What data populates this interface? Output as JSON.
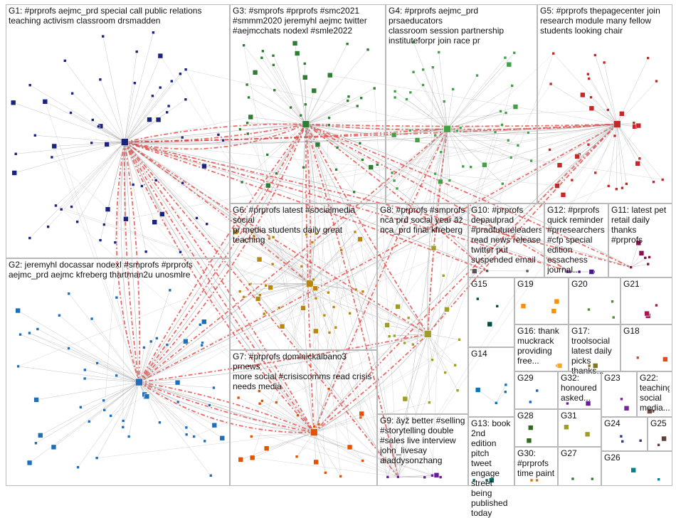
{
  "graph": {
    "groups": [
      {
        "id": "G1",
        "label": "G1: #prprofs aejmc_prd special call public relations\nteaching activism classroom drsmadden",
        "color": "#1a237e"
      },
      {
        "id": "G2",
        "label": "G2: jeremyhl docassar nodexl #smprofs #prprofs\naejmc_prd aejmc kfreberg thartman2u unosmlre",
        "color": "#1e6fb8"
      },
      {
        "id": "G3",
        "label": "G3: #smprofs #prprofs #smc2021\n#smmm2020 jeremyhl aejmc twitter\n#aejmcchats nodexl #smle2022",
        "color": "#2e7d32"
      },
      {
        "id": "G4",
        "label": "G4: #prprofs aejmc_prd prsaeducators\nclassroom session partnership\ninstituteforpr join race pr",
        "color": "#43a047"
      },
      {
        "id": "G5",
        "label": "G5: #prprofs thepagecenter join\nresearch module many fellow\nstudents looking chair",
        "color": "#c62828"
      },
      {
        "id": "G6",
        "label": "G6: #prprofs latest #socialmedia social\npr media students daily great teaching",
        "color": "#b8860b"
      },
      {
        "id": "G7",
        "label": "G7: #prprofs dominickalbano3 prnews\nmore social #crisiscomms read crisis\nneeds media",
        "color": "#e65100"
      },
      {
        "id": "G8",
        "label": "G8: #prprofs #smprofs\nnca prd social year ăž\nnca_prd final kfreberg",
        "color": "#9e9d24"
      },
      {
        "id": "G9",
        "label": "G9: ăyž better #selling\n#storytelling double\n#sales live interview\njohn_livesay\naiaddysonzhang",
        "color": "#6a1b9a"
      },
      {
        "id": "G10",
        "label": "G10: #prprofs\ndepaulprad\n#pradfutureleaders\nread news release\ntwitter put\nsuspended email",
        "color": "#555555"
      },
      {
        "id": "G11",
        "label": "G11: latest pet\nretail daily\nthanks #prprofs",
        "color": "#880e4f"
      },
      {
        "id": "G12",
        "label": "G12: #prprofs\nquick reminder\n#prresearchers\n#cfp special\nedition\nessachess\njournal...",
        "color": "#4a148c"
      },
      {
        "id": "G13",
        "label": "G13: book\n2nd edition\npitch tweet\nengage\nstreet being\npublished\ntoday",
        "color": "#00695c"
      },
      {
        "id": "G14",
        "label": "G14",
        "color": "#0277bd"
      },
      {
        "id": "G15",
        "label": "G15",
        "color": "#004d40"
      },
      {
        "id": "G16",
        "label": "G16: thank\nmuckrack\nproviding\nfree...",
        "color": "#f9a825"
      },
      {
        "id": "G17",
        "label": "G17:\ntroolsocial\nlatest daily\npicks thanks...",
        "color": "#827717"
      },
      {
        "id": "G18",
        "label": "G18",
        "color": "#e64a19"
      },
      {
        "id": "G19",
        "label": "G19",
        "color": "#ff8f00"
      },
      {
        "id": "G20",
        "label": "G20",
        "color": "#558b2f"
      },
      {
        "id": "G21",
        "label": "G21",
        "color": "#ad1457"
      },
      {
        "id": "G22",
        "label": "G22:\nteaching\nsocial\nmedia...",
        "color": "#6d4c41"
      },
      {
        "id": "G23",
        "label": "G23",
        "color": "#7b1fa2"
      },
      {
        "id": "G24",
        "label": "G24",
        "color": "#283593"
      },
      {
        "id": "G25",
        "label": "G25",
        "color": "#5d4037"
      },
      {
        "id": "G26",
        "label": "G26",
        "color": "#00838f"
      },
      {
        "id": "G27",
        "label": "G27",
        "color": "#2e7d32"
      },
      {
        "id": "G28",
        "label": "G28",
        "color": "#33691e"
      },
      {
        "id": "G29",
        "label": "G29",
        "color": "#1565c0"
      },
      {
        "id": "G30",
        "label": "G30:\n#prprofs\ntime paint",
        "color": "#ef6c00"
      },
      {
        "id": "G31",
        "label": "G31",
        "color": "#9e9d24"
      },
      {
        "id": "G32",
        "label": "G32:\nhonoured\nasked...",
        "color": "#6a1b9a"
      }
    ],
    "edge_color_primary": "#e53935",
    "edge_color_secondary": "#9e9e9e"
  }
}
